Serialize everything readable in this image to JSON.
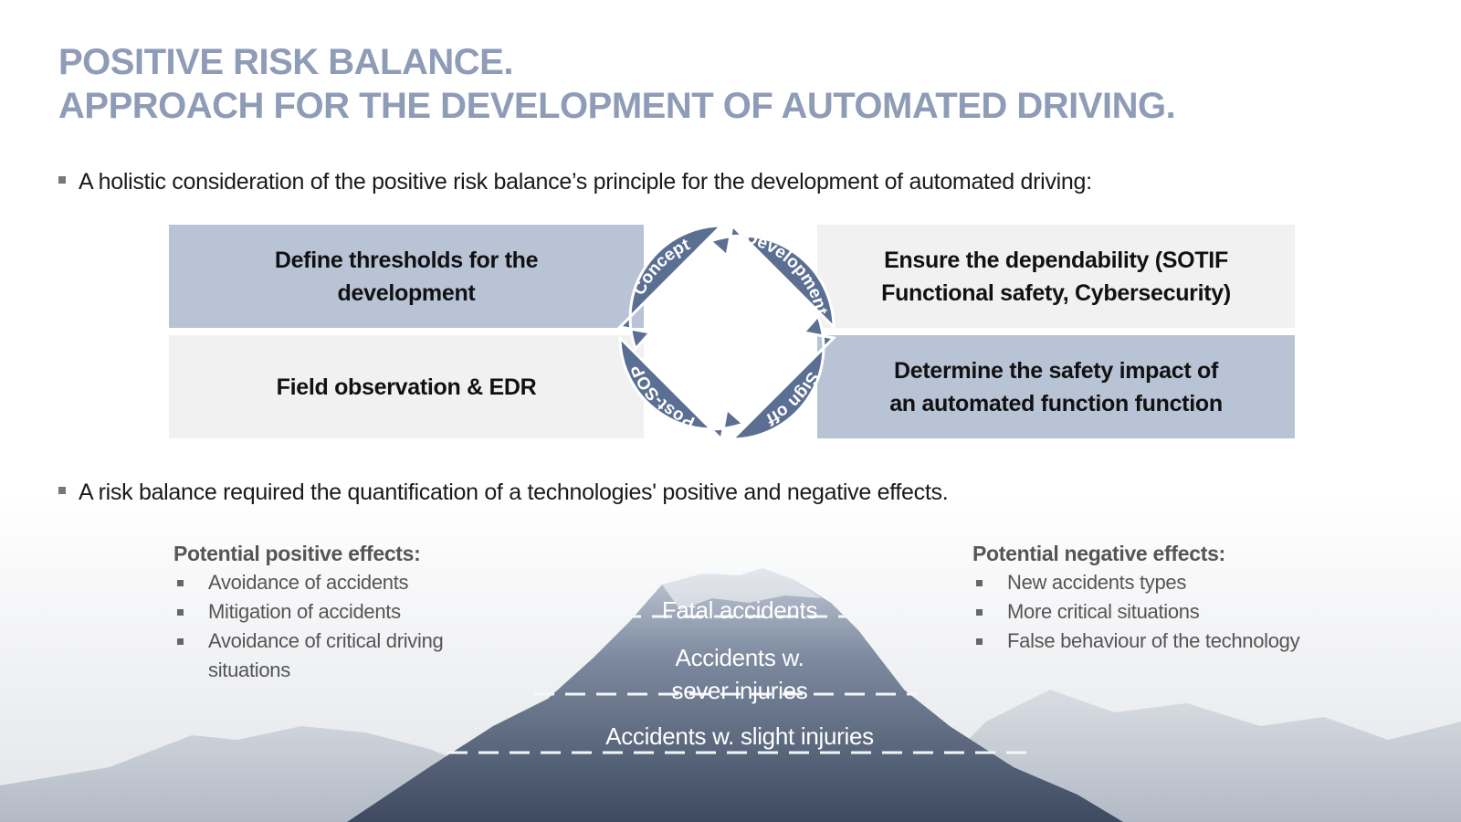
{
  "title": {
    "line1": "POSITIVE RISK BALANCE.",
    "line2": "APPROACH FOR THE DEVELOPMENT OF AUTOMATED DRIVING."
  },
  "bullet1": "A holistic consideration of the positive risk balance’s principle for the development of automated driving:",
  "matrix": {
    "top_left_line1": "Define thresholds for the",
    "top_left_line2": "development",
    "top_right_line1": "Ensure the dependability (SOTIF",
    "top_right_line2": "Functional safety, Cybersecurity)",
    "bottom_left": "Field observation & EDR",
    "bottom_right_line1": "Determine the safety impact of",
    "bottom_right_line2": "an automated function function"
  },
  "cycle": {
    "stages": [
      "Concept",
      "Development",
      "Sign off",
      "Post-SOP"
    ],
    "color": "#5b6f93"
  },
  "bullet2": "A risk balance required the quantification of a technologies' positive and negative effects.",
  "positive": {
    "heading": "Potential positive effects:",
    "items": [
      "Avoidance of accidents",
      "Mitigation of accidents",
      "Avoidance of critical driving situations"
    ]
  },
  "negative": {
    "heading": "Potential negative effects:",
    "items": [
      "New accidents types",
      "More critical situations",
      "False behaviour of the technology"
    ]
  },
  "pyramid": {
    "layer1": "Fatal accidents",
    "layer2_line1": "Accidents w.",
    "layer2_line2": "sever injuries",
    "layer3": "Accidents w. slight  injuries"
  },
  "colors": {
    "title": "#8e9cb7",
    "accent_blue": "#b9c3d6",
    "light_grey": "#f1f1f1",
    "cycle_blue": "#5b6f93"
  }
}
